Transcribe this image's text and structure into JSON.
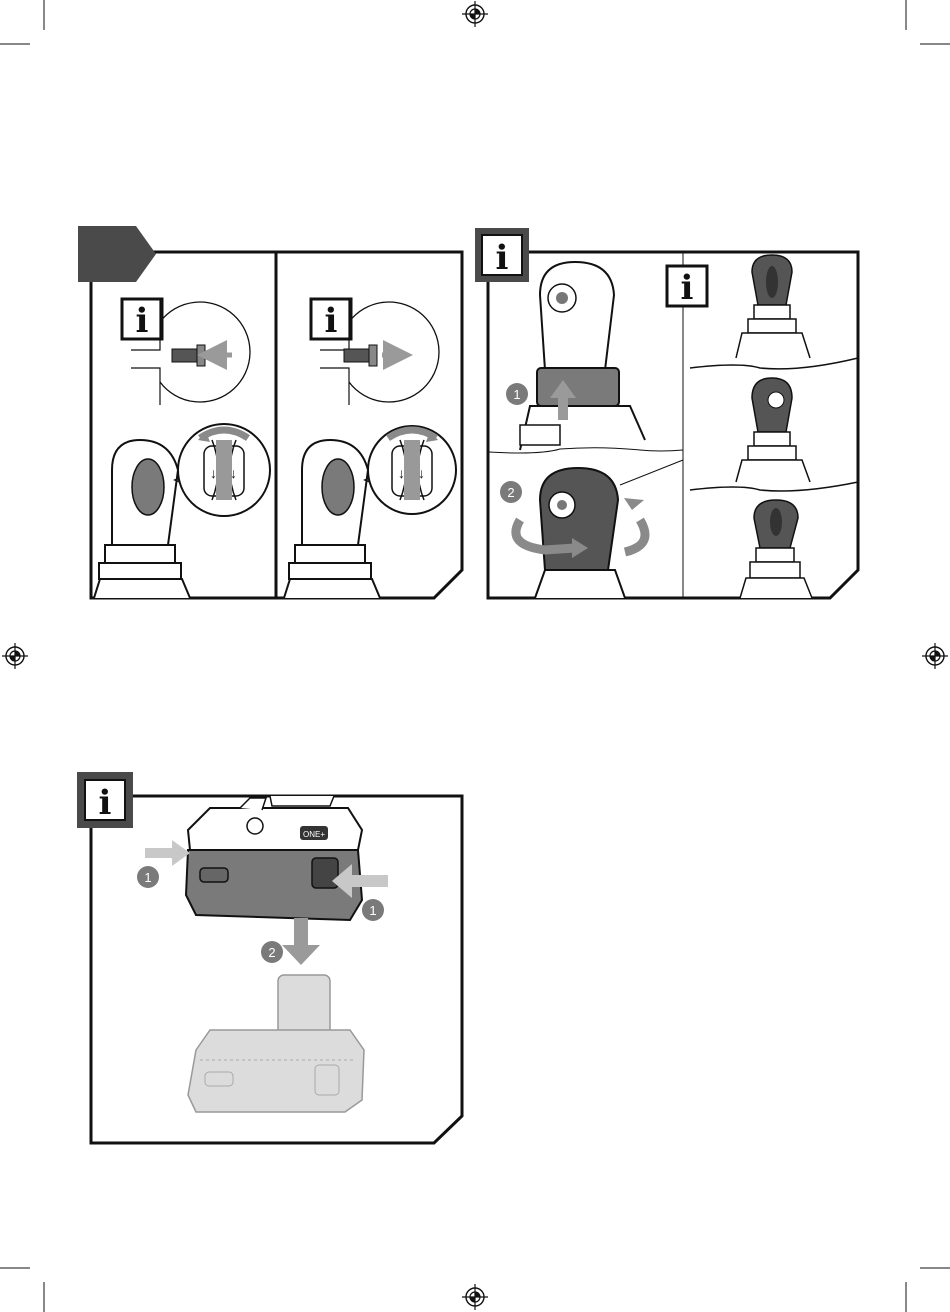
{
  "info_icon": {
    "glyph": "i"
  },
  "step_numbers": {
    "one": "1",
    "two": "2"
  },
  "badge": {
    "one_plus": "ONE+"
  },
  "colors": {
    "line": "#111111",
    "dark_gray": "#4a4a4a",
    "mid_gray": "#7a7a7a",
    "light_gray": "#c8c8c8",
    "pale_gray": "#dcdcdc",
    "arrow_gray": "#9a9a9a"
  },
  "icons": [
    "registration-mark-icon",
    "info-icon",
    "bolt-tighten-icon",
    "bolt-loosen-icon",
    "rotate-left-arrow-icon",
    "rotate-right-arrow-icon",
    "arrow-up-icon",
    "arrow-down-icon",
    "arrow-right-icon",
    "arrow-left-icon",
    "ratchet-head-icon",
    "battery-pack-icon",
    "charger-icon"
  ]
}
